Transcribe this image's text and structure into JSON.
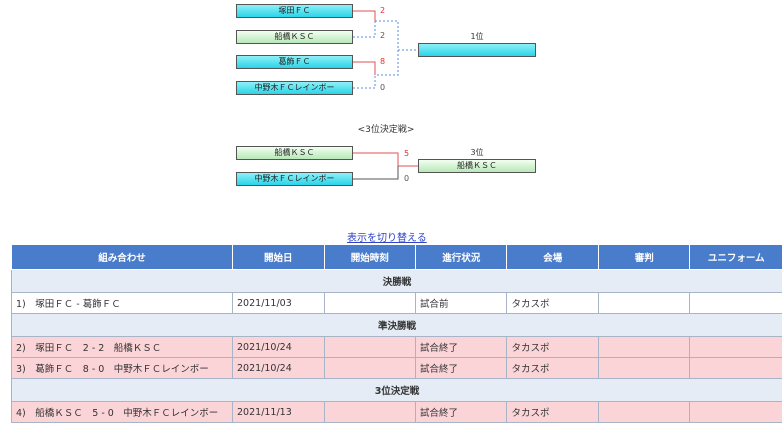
{
  "bracket": {
    "semifinal_teams": [
      "塚田ＦＣ",
      "船橋ＫＳＣ",
      "葛飾ＦＣ",
      "中野木ＦＣレインボー"
    ],
    "semifinal_scores": [
      "2",
      "2",
      "8",
      "0"
    ],
    "final_rank_label": "1位",
    "final_winner": "",
    "third_place_title": "<3位決定戦>",
    "third_teams": [
      "船橋ＫＳＣ",
      "中野木ＦＣレインボー"
    ],
    "third_scores": [
      "5",
      "0"
    ],
    "third_rank_label": "3位",
    "third_winner": "船橋ＫＳＣ"
  },
  "toggle_label": "表示を切り替える",
  "table": {
    "headers": [
      "組み合わせ",
      "開始日",
      "開始時刻",
      "進行状況",
      "会場",
      "審判",
      "ユニフォーム"
    ],
    "groups": [
      {
        "title": "決勝戦",
        "rows": [
          {
            "match": "1)　塚田ＦＣ - 葛飾ＦＣ",
            "date": "2021/11/03",
            "time": "",
            "status": "試合前",
            "venue": "タカスポ",
            "referee": "",
            "uniform": ""
          }
        ]
      },
      {
        "title": "準決勝戦",
        "rows": [
          {
            "match": "2)　塚田ＦＣ　2 - 2　船橋ＫＳＣ",
            "date": "2021/10/24",
            "time": "",
            "status": "試合終了",
            "venue": "タカスポ",
            "referee": "",
            "uniform": ""
          },
          {
            "match": "3)　葛飾ＦＣ　8 - 0　中野木ＦＣレインボー",
            "date": "2021/10/24",
            "time": "",
            "status": "試合終了",
            "venue": "タカスポ",
            "referee": "",
            "uniform": ""
          }
        ]
      },
      {
        "title": "3位決定戦",
        "rows": [
          {
            "match": "4)　船橋ＫＳＣ　5 - 0　中野木ＦＣレインボー",
            "date": "2021/11/13",
            "time": "",
            "status": "試合終了",
            "venue": "タカスポ",
            "referee": "",
            "uniform": ""
          }
        ]
      }
    ]
  },
  "colors": {
    "header_bg": "#4a7ccc",
    "group_bg": "#e6ecf6",
    "played_row_bg": "#fbd4d8",
    "winner_line": "#e03030",
    "pending_line": "#5a8de0"
  }
}
